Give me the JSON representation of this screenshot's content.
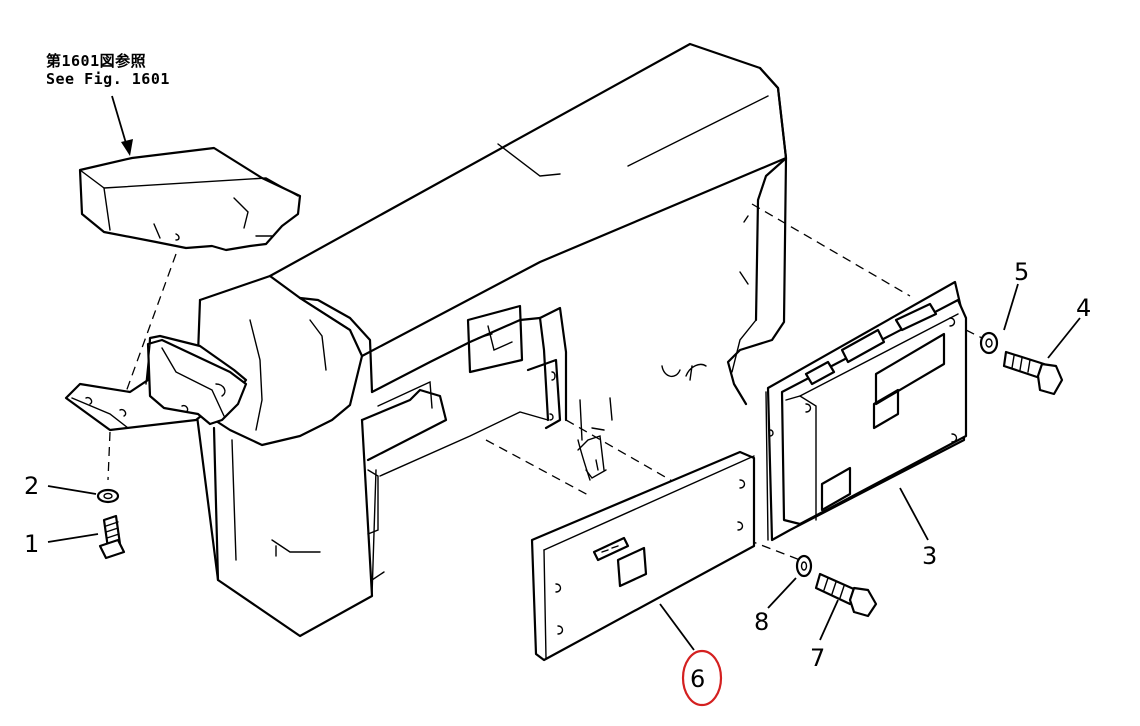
{
  "reference_note": {
    "line1": "第1601図参照",
    "line2": "See Fig. 1601"
  },
  "callouts": [
    {
      "id": "1",
      "label": "1"
    },
    {
      "id": "2",
      "label": "2"
    },
    {
      "id": "3",
      "label": "3"
    },
    {
      "id": "4",
      "label": "4"
    },
    {
      "id": "5",
      "label": "5"
    },
    {
      "id": "6",
      "label": "6",
      "highlighted": true
    },
    {
      "id": "7",
      "label": "7"
    },
    {
      "id": "8",
      "label": "8"
    }
  ],
  "highlight_color": "#d42020"
}
